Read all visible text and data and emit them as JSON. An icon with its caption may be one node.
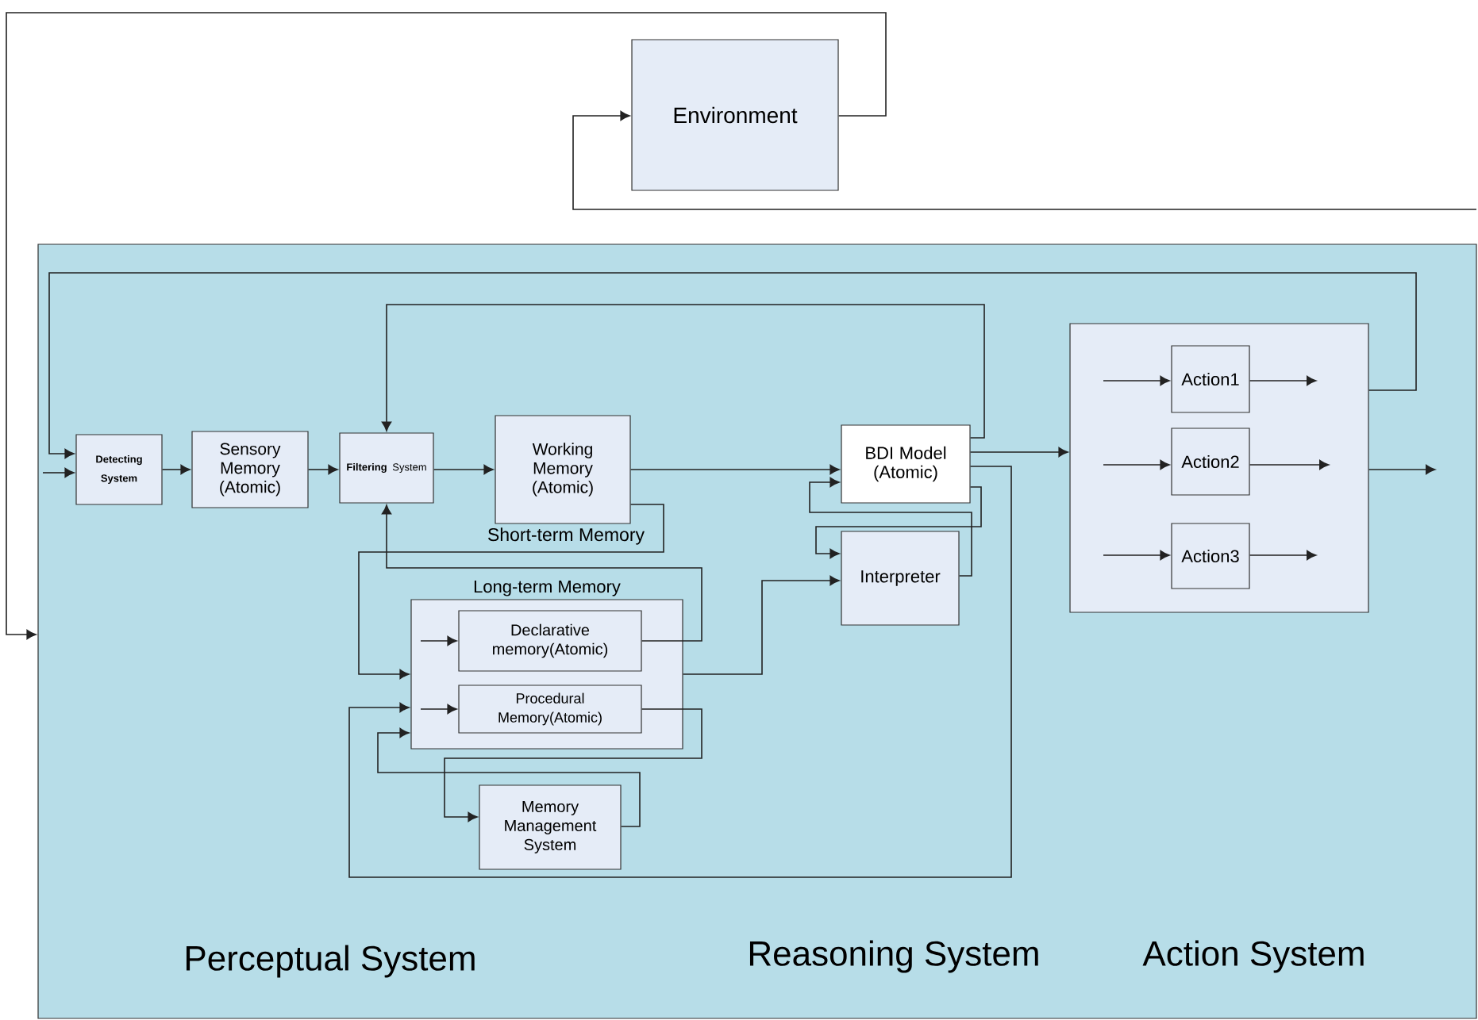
{
  "diagram": {
    "nodes": [
      {
        "text": [
          "Environment"
        ]
      },
      {
        "text": [],
        "shape": "box"
      },
      {
        "text": [
          "Detecting System"
        ],
        "in": 1
      },
      {
        "text": [
          "Sensory Memory (Atomic)"
        ],
        "in": 1
      },
      {
        "text": [
          "**Filtering** System"
        ],
        "in": 1
      },
      {
        "text": [
          "Working Memory (Atomic)"
        ],
        "beside": [
          "Short-term Memory"
        ],
        "in": 1
      },
      {
        "text": [
          "Long-term Memory"
        ],
        "in": 1
      },
      {
        "text": [
          "Declarative memory(Atomic)"
        ],
        "in": 6
      },
      {
        "text": [
          "Procedural Memory(Atomic)"
        ],
        "in": 6
      },
      {
        "text": [
          "Memory Management System"
        ],
        "in": 1
      },
      {
        "text": [
          "BDI Model (Atomic)"
        ],
        "in": 1
      },
      {
        "text": [
          "Interpreter"
        ],
        "in": 1
      },
      {
        "text": [],
        "shape": "box",
        "in": 1
      },
      {
        "text": [
          "Action1"
        ],
        "in": 12
      },
      {
        "text": [
          "Action2"
        ],
        "in": 12
      },
      {
        "text": [
          "Action3"
        ],
        "in": 12
      }
    ],
    "edges": [
      {
        "from": null,
        "to": 2,
        "arrow": "to"
      },
      {
        "from": 12,
        "to": 2,
        "arrow": "to"
      },
      {
        "from": 2,
        "to": 3,
        "arrow": "to"
      },
      {
        "from": 3,
        "to": 4,
        "arrow": "to"
      },
      {
        "from": 4,
        "to": 5,
        "arrow": "to"
      },
      {
        "from": 5,
        "to": 10,
        "arrow": "to"
      },
      {
        "from": 10,
        "to": 4,
        "arrow": "to"
      },
      {
        "from": 5,
        "to": 6,
        "arrow": "to"
      },
      {
        "from": 7,
        "to": 4,
        "arrow": "to"
      },
      {
        "from": null,
        "to": 7,
        "arrow": "to"
      },
      {
        "from": null,
        "to": 8,
        "arrow": "to"
      },
      {
        "from": 8,
        "to": 9,
        "arrow": "to"
      },
      {
        "from": 9,
        "to": 6,
        "arrow": "to"
      },
      {
        "from": 10,
        "to": 6,
        "arrow": "to"
      },
      {
        "from": 6,
        "to": 11,
        "arrow": "to"
      },
      {
        "from": 11,
        "to": 10,
        "arrow": "to"
      },
      {
        "from": 10,
        "to": 11,
        "arrow": "to"
      },
      {
        "from": 10,
        "to": 12,
        "arrow": "to"
      },
      {
        "from": 12,
        "to": null,
        "arrow": "to"
      },
      {
        "from": null,
        "to": 13,
        "arrow": "to"
      },
      {
        "from": 13,
        "to": null,
        "arrow": "to"
      },
      {
        "from": null,
        "to": 14,
        "arrow": "to"
      },
      {
        "from": 14,
        "to": null,
        "arrow": "to"
      },
      {
        "from": null,
        "to": 15,
        "arrow": "to"
      },
      {
        "from": 15,
        "to": null,
        "arrow": "to"
      },
      {
        "from": 0,
        "to": 1,
        "arrow": "to"
      },
      {
        "from": null,
        "to": 0,
        "arrow": "to"
      }
    ],
    "labels": [
      "Perceptual System",
      "Reasoning System",
      "Action System"
    ]
  }
}
